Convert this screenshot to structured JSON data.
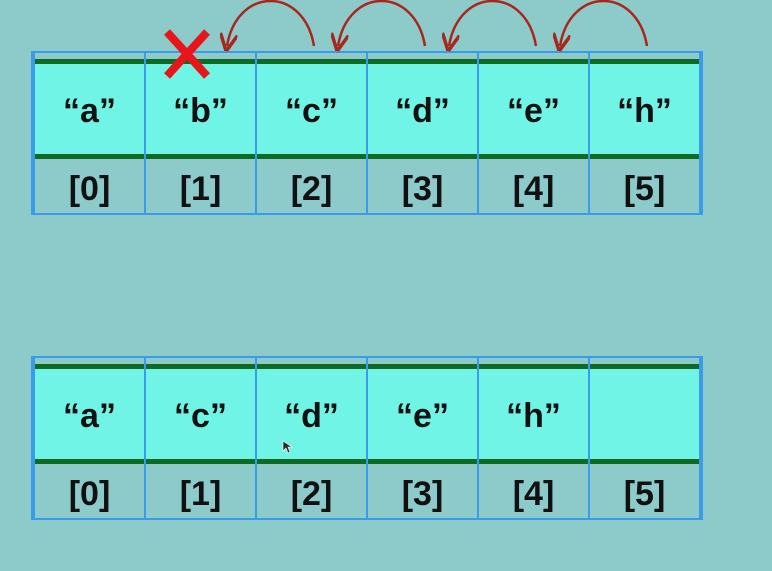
{
  "colors": {
    "background": "#8dcbcb",
    "cell_fill": "#6ff4e5",
    "cell_band": "#0f6b24",
    "grid_line": "#3a9be8",
    "arrow": "#a8271d",
    "cross": "#e8151b",
    "text": "#111111"
  },
  "arrays": [
    {
      "name": "before-removal",
      "cells": [
        {
          "value": "“a”",
          "index": "[0]"
        },
        {
          "value": "“b”",
          "index": "[1]"
        },
        {
          "value": "“c”",
          "index": "[2]"
        },
        {
          "value": "“d”",
          "index": "[3]"
        },
        {
          "value": "“e”",
          "index": "[4]"
        },
        {
          "value": "“h”",
          "index": "[5]"
        }
      ],
      "removed_index": 1,
      "shift_arrows": [
        {
          "from": 2,
          "to": 1
        },
        {
          "from": 3,
          "to": 2
        },
        {
          "from": 4,
          "to": 3
        },
        {
          "from": 5,
          "to": 4
        }
      ]
    },
    {
      "name": "after-removal",
      "cells": [
        {
          "value": "“a”",
          "index": "[0]"
        },
        {
          "value": "“c”",
          "index": "[1]"
        },
        {
          "value": "“d”",
          "index": "[2]"
        },
        {
          "value": "“e”",
          "index": "[3]"
        },
        {
          "value": "“h”",
          "index": "[4]"
        },
        {
          "value": "",
          "index": "[5]"
        }
      ]
    }
  ],
  "icons": {
    "removed_marker": "cross-icon",
    "shift": "curved-arrow-icon",
    "pointer": "mouse-cursor-icon"
  }
}
